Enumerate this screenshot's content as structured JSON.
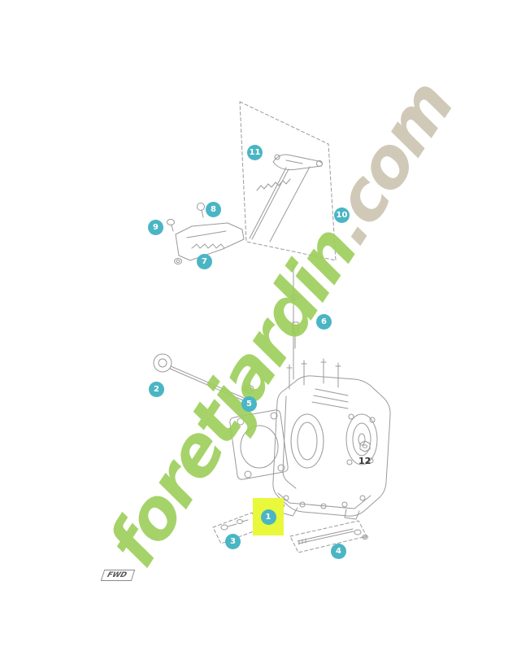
{
  "watermark": {
    "brand": "foretjardin",
    "suffix": ".com",
    "brand_color": "#8cc63f",
    "suffix_color": "#c9c0ab"
  },
  "callouts": [
    {
      "id": 1,
      "label": "1",
      "highlighted": true,
      "style": "badge"
    },
    {
      "id": 2,
      "label": "2",
      "highlighted": false,
      "style": "badge"
    },
    {
      "id": 3,
      "label": "3",
      "highlighted": false,
      "style": "badge"
    },
    {
      "id": 4,
      "label": "4",
      "highlighted": false,
      "style": "badge"
    },
    {
      "id": 5,
      "label": "5",
      "highlighted": false,
      "style": "badge"
    },
    {
      "id": 6,
      "label": "6",
      "highlighted": false,
      "style": "badge"
    },
    {
      "id": 7,
      "label": "7",
      "highlighted": false,
      "style": "badge"
    },
    {
      "id": 8,
      "label": "8",
      "highlighted": false,
      "style": "badge"
    },
    {
      "id": 9,
      "label": "9",
      "highlighted": false,
      "style": "badge"
    },
    {
      "id": 10,
      "label": "10",
      "highlighted": false,
      "style": "badge"
    },
    {
      "id": 11,
      "label": "11",
      "highlighted": false,
      "style": "badge"
    },
    {
      "id": 12,
      "label": "12",
      "highlighted": false,
      "style": "plain-text"
    }
  ],
  "fwd_label": "FWD",
  "colors": {
    "callout_badge": "#4ab5c4",
    "callout_text": "#ffffff",
    "highlight_box": "#e9f83b",
    "drawing_line": "#9a9a9a",
    "background": "#ffffff"
  }
}
